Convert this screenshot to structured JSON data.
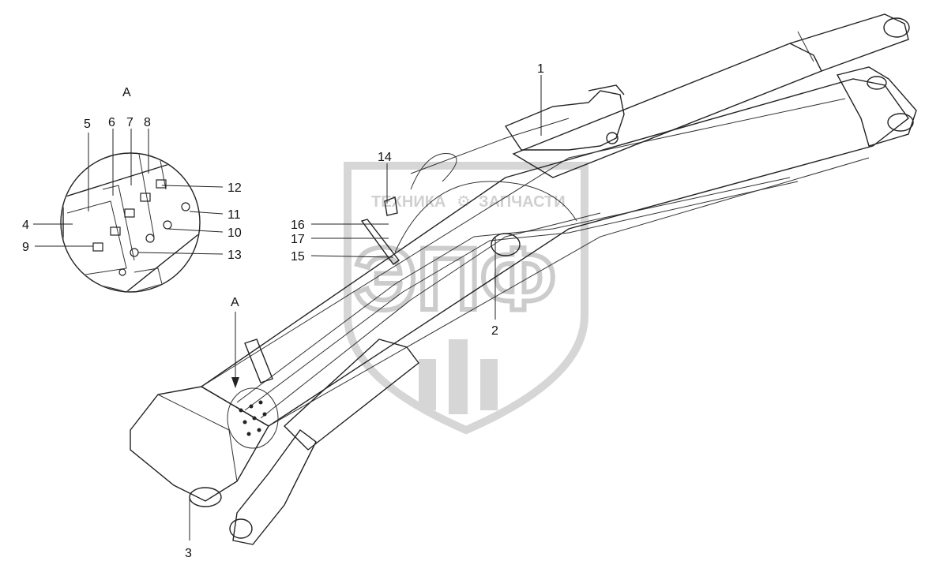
{
  "watermark": {
    "top_text_left": "ТЕХНИКА",
    "top_text_right": "ЗАПЧАСТИ",
    "logo": "ЭПФ",
    "color": "#c8c8c8"
  },
  "detail_view": {
    "title": "A"
  },
  "view_marker": {
    "label": "A"
  },
  "callouts": {
    "c1": "1",
    "c2": "2",
    "c3": "3",
    "c4": "4",
    "c5": "5",
    "c6": "6",
    "c7": "7",
    "c8": "8",
    "c9": "9",
    "c10": "10",
    "c11": "11",
    "c12": "12",
    "c13": "13",
    "c14": "14",
    "c15": "15",
    "c16": "16",
    "c17": "17"
  },
  "colors": {
    "ink": "#222222",
    "background": "#ffffff"
  }
}
